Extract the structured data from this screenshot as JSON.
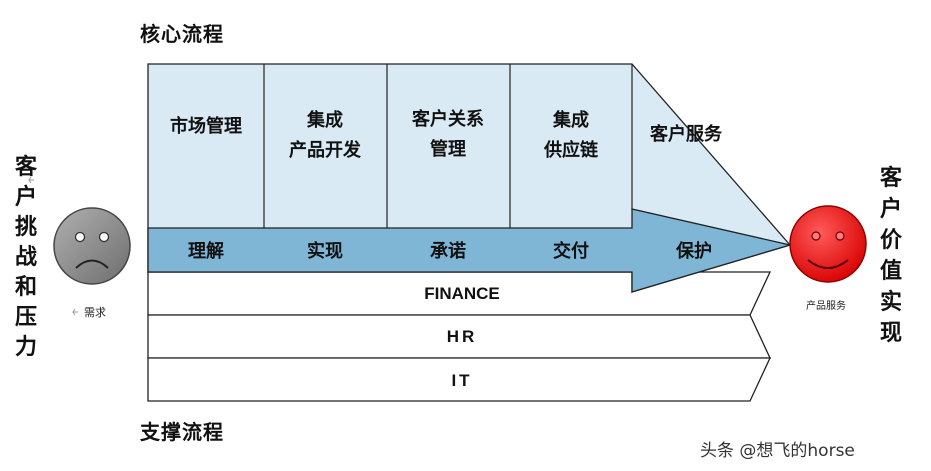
{
  "titles": {
    "core": "核心流程",
    "support": "支撑流程"
  },
  "left": {
    "vertical_label": [
      "客",
      "户",
      "挑",
      "战",
      "和",
      "压",
      "力"
    ],
    "face_caption": "需求"
  },
  "right": {
    "vertical_label": [
      "客",
      "户",
      "价",
      "值",
      "实",
      "现"
    ],
    "face_caption": "产品服务"
  },
  "core_processes": [
    {
      "lines": [
        "市场管理"
      ]
    },
    {
      "lines": [
        "集成",
        "产品开发"
      ]
    },
    {
      "lines": [
        "客户关系",
        "管理"
      ]
    },
    {
      "lines": [
        "集成",
        "供应链"
      ]
    },
    {
      "lines": [
        "客户服务"
      ]
    }
  ],
  "value_steps": [
    "理解",
    "实现",
    "承诺",
    "交付",
    "保护"
  ],
  "support_rows": [
    "FINANCE",
    "HR",
    "IT"
  ],
  "watermark": "头条 @想飞的horse",
  "colors": {
    "core_box_fill": "#d9eaf4",
    "arrow_fill": "#7fb6d6",
    "sad_face": "#8a8a8a",
    "happy_face": "#ee1111"
  },
  "icons": {
    "left_face": "sad-face-icon",
    "right_face": "smiley-face-icon"
  }
}
